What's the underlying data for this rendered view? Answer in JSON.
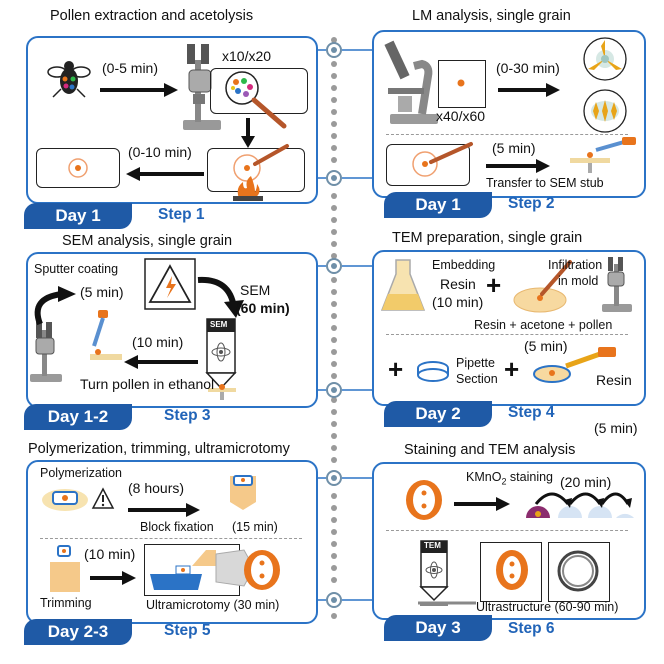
{
  "panels": {
    "p1": {
      "title": "Pollen extraction and acetolysis",
      "day": "Day 1",
      "step": "Step 1",
      "t1": "(0-5 min)",
      "t2": "x10/x20",
      "t3": "(0-10 min)"
    },
    "p2": {
      "title": "LM analysis, single grain",
      "day": "Day 1",
      "step": "Step 2",
      "t1": "(0-30 min)",
      "t2": "x40/x60",
      "t3": "(5 min)",
      "t4": "Transfer to SEM stub"
    },
    "p3": {
      "title": "SEM analysis, single grain",
      "day": "Day 1-2",
      "step": "Step 3",
      "t1": "Sputter coating",
      "t2": "(5 min)",
      "t3": "SEM",
      "t4": "(60 min)",
      "t5": "(10 min)",
      "t6": "Turn pollen in ethanol",
      "sem_tag": "SEM"
    },
    "p4": {
      "title": "TEM preparation, single grain",
      "day": "Day 2",
      "step": "Step 4",
      "t1": "Embedding",
      "t2": "Resin",
      "t3": "(10 min)",
      "t4": "Infiltration",
      "t5": "in mold",
      "t6": "Resin + acetone + pollen",
      "t7": "(5 min)",
      "t8": "Pipette",
      "t9": "Section",
      "t10": "Resin",
      "t11": "(5 min)"
    },
    "p5": {
      "title": "Polymerization, trimming, ultramicrotomy",
      "day": "Day 2-3",
      "step": "Step 5",
      "t1": "Polymerization",
      "t2": "(8 hours)",
      "t3": "Block fixation",
      "t4": "(15 min)",
      "t5": "(10 min)",
      "t6": "Trimming",
      "t7": "Ultramicrotomy (30 min)"
    },
    "p6": {
      "title": "Staining and TEM analysis",
      "day": "Day 3",
      "step": "Step 6",
      "t1": "KMnO",
      "t1_sub": "2",
      "t1_rest": " staining",
      "t2": "(20 min)",
      "t3": "Ultrastructure (60-90 min)",
      "tem_tag": "TEM"
    }
  },
  "colors": {
    "accent": "#2b73c6",
    "day_bg": "#1f5aa6",
    "step": "#2164b8",
    "orange": "#e8741c",
    "gray": "#9a9a9a"
  }
}
